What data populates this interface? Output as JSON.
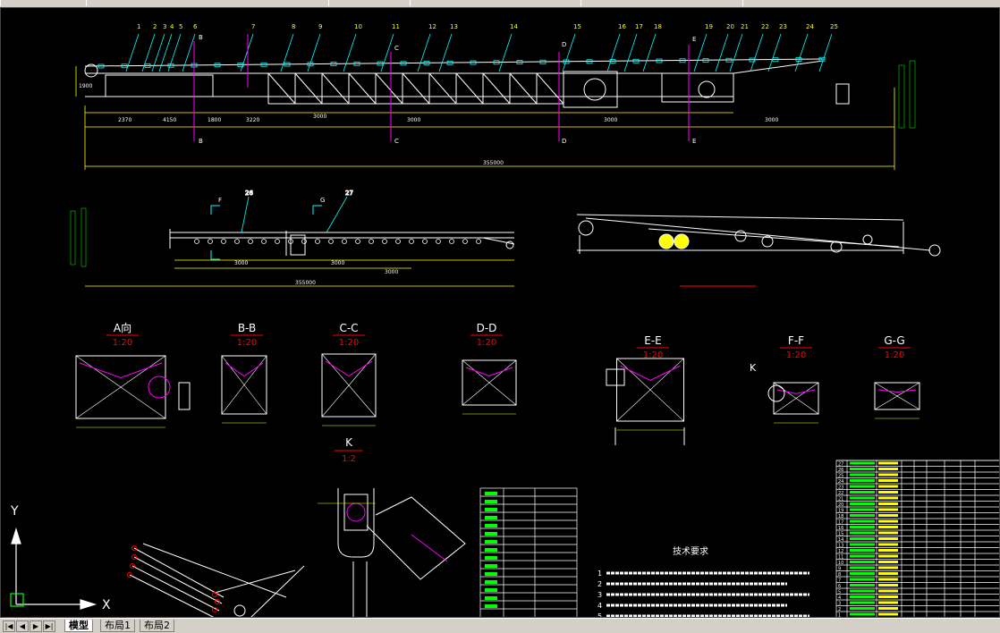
{
  "drawing": {
    "view_titles": [
      {
        "label": "A向",
        "scale": "1:20"
      },
      {
        "label": "B-B",
        "scale": "1:20"
      },
      {
        "label": "C-C",
        "scale": "1:20"
      },
      {
        "label": "D-D",
        "scale": "1:20"
      },
      {
        "label": "E-E",
        "scale": "1:20"
      },
      {
        "label": "F-F",
        "scale": "1:20"
      },
      {
        "label": "G-G",
        "scale": "1:20"
      },
      {
        "label": "K",
        "scale": "1:2"
      }
    ],
    "detail_k_label": "K",
    "part_numbers": [
      "1",
      "2",
      "3",
      "4",
      "5",
      "6",
      "7",
      "8",
      "9",
      "10",
      "11",
      "12",
      "13",
      "14",
      "15",
      "16",
      "17",
      "18",
      "19",
      "20",
      "21",
      "22",
      "23",
      "24",
      "25"
    ],
    "part_numbers_lower": [
      "26",
      "27"
    ],
    "section_marks": [
      "B",
      "B",
      "C",
      "C",
      "D",
      "D",
      "E",
      "E",
      "F",
      "G"
    ],
    "dimensions_top": [
      "1900",
      "2370",
      "4150",
      "1800",
      "3220",
      "3000",
      "3000",
      "3000",
      "3000"
    ],
    "dimension_overall_top": "355000",
    "dimensions_mid": [
      "3000",
      "3000",
      "3000"
    ],
    "dimension_overall_mid": "355000",
    "tech_req_title": "技术要求",
    "tech_req_items": [
      "1",
      "2",
      "3",
      "4",
      "5"
    ],
    "ucs": {
      "x": "X",
      "y": "Y"
    },
    "parts_list_rows": [
      "27",
      "26",
      "25",
      "24",
      "23",
      "22",
      "21",
      "20",
      "19",
      "18",
      "17",
      "16",
      "15",
      "14",
      "13",
      "12",
      "11",
      "10",
      "9",
      "8",
      "7",
      "6",
      "5",
      "4",
      "3",
      "2",
      "1"
    ]
  },
  "layout_tabs": [
    {
      "label": "模型",
      "active": true
    },
    {
      "label": "布局1",
      "active": false
    },
    {
      "label": "布局2",
      "active": false
    }
  ],
  "colors": {
    "background": "#000000",
    "lines": "#ffffff",
    "accent_red": "#ff0000",
    "accent_magenta": "#ff00ff",
    "accent_cyan": "#00ffff",
    "accent_yellow": "#ffff00",
    "accent_green": "#00ff00"
  }
}
